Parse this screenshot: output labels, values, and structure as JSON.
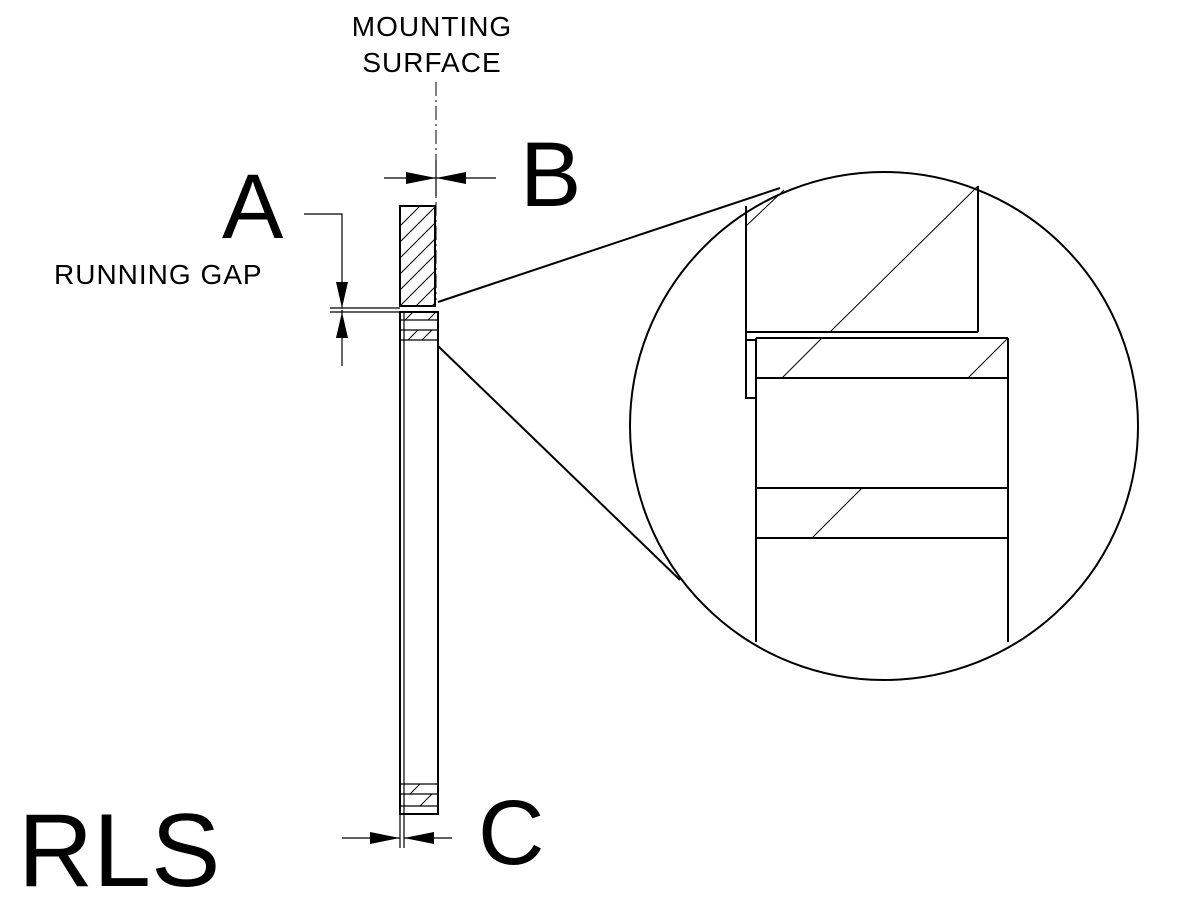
{
  "labels": {
    "mounting_line1": "MOUNTING",
    "mounting_line2": "SURFACE",
    "dim_a": "A",
    "dim_b": "B",
    "dim_c": "C",
    "running_gap": "RUNNING GAP",
    "model": "RLS"
  }
}
